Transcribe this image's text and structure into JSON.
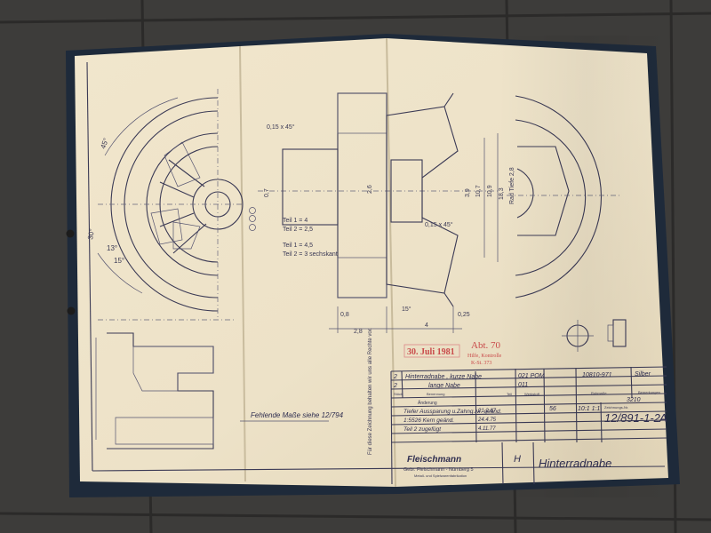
{
  "drawing": {
    "title": "Hinterradnabe",
    "revision_letter": "H",
    "drawing_number": "12/891-1-2",
    "drawing_suffix": "A",
    "company_logo_text": "Fleischmann",
    "company_line1": "Gebr. Fleischmann - Nürnberg 5",
    "company_line2": "Metall- und Spielwarenfabrikation",
    "missing_dimensions_note": "Fehlende Maße siehe 12/794",
    "side_note": "Für diese Zeichnung behalten wir uns alle Rechte vor.",
    "stamp": {
      "date": "30. Juli 1981",
      "dept": "Abt. 70",
      "dept_line2": "Hilfe, Kontrolle",
      "dept_line3": "K-St. 373"
    }
  },
  "parts_list": [
    {
      "qty": "2",
      "name": "Hinterradnabe , kurze Nabe",
      "material": "021 POM",
      "spec": "10810-971",
      "finish": "Silber"
    },
    {
      "qty": "2",
      "name": "lange Nabe",
      "material": "011",
      "spec": "",
      "finish": ""
    }
  ],
  "parts_headers": [
    "Stück",
    "Benennung",
    "Teil",
    "Werkstoff",
    "Rohmaße",
    "Bemerkungen"
  ],
  "changes": [
    {
      "text": "Tiefer Aussparung u.Zahng.Nr. geänd.",
      "date": "21.2.67"
    },
    {
      "text": "1:5526 Kern geänd.",
      "date": "24.4.75"
    },
    {
      "text": "Teil 2 zugefügt",
      "date": "4.11.77"
    }
  ],
  "changes_header": "Änderung",
  "title_block": {
    "scale": "10:1 1:1",
    "number_small": "56",
    "code": "3210",
    "drawing_no_label": "Zeichnungs-Nr."
  },
  "dimensions": {
    "chamfer_top": "0,15 x 45°",
    "chamfer_mid": "0,15 x 45°",
    "part1": "Teil 1 = 4",
    "part2": "Teil 2 = 2,5",
    "part1_hex": "Teil 1 = 4,5",
    "part2_hex": "Teil 2 = 3 sechskant",
    "d_0_8": "0,8",
    "d_2_8": "2,8",
    "d_0_25": "0,25",
    "d_4": "4",
    "angle_15": "15°",
    "angle_45": "45°",
    "angle_30": "30°",
    "angle_13": "13°",
    "angle_15b": "15°",
    "d_3_9": "3,9",
    "d_10_7": "10,7",
    "d_10_9": "10,9",
    "d_18_3": "18,3",
    "d_2_6": "2,6",
    "d_0_7": "0,7",
    "r_2_8": "Rad Tiefe 2,8"
  }
}
